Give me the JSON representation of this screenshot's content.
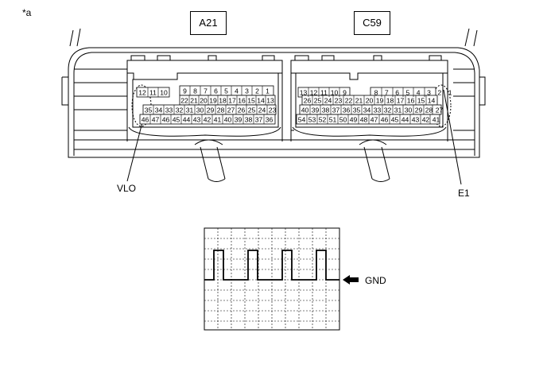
{
  "figure_tag": "*a",
  "connectors": [
    {
      "label": "A21",
      "rows": [
        [
          "12",
          "11",
          "10",
          "",
          "9",
          "8",
          "7",
          "6",
          "5",
          "4",
          "3",
          "2",
          "1"
        ],
        [
          "22",
          "21",
          "20",
          "19",
          "18",
          "17",
          "16",
          "15",
          "14",
          "13"
        ],
        [
          "35",
          "34",
          "33",
          "32",
          "31",
          "30",
          "29",
          "28",
          "27",
          "26",
          "25",
          "24",
          "23"
        ],
        [
          "46",
          "47",
          "46",
          "45",
          "44",
          "43",
          "42",
          "41",
          "40",
          "39",
          "38",
          "37",
          "36"
        ]
      ]
    },
    {
      "label": "C59",
      "rows": [
        [
          "13",
          "12",
          "11",
          "10",
          "9",
          "",
          "8",
          "7",
          "6",
          "5",
          "4",
          "3",
          "2",
          "1"
        ],
        [
          "26",
          "25",
          "24",
          "23",
          "22",
          "21",
          "20",
          "19",
          "18",
          "17",
          "16",
          "15",
          "14"
        ],
        [
          "40",
          "39",
          "38",
          "37",
          "36",
          "35",
          "34",
          "33",
          "32",
          "31",
          "30",
          "29",
          "28",
          "27"
        ],
        [
          "54",
          "53",
          "52",
          "51",
          "50",
          "49",
          "48",
          "47",
          "46",
          "45",
          "44",
          "43",
          "42",
          "41"
        ]
      ]
    }
  ],
  "callouts": {
    "left": "VLO",
    "right": "E1"
  },
  "waveform": {
    "reference_label": "GND",
    "pulses": 4
  }
}
